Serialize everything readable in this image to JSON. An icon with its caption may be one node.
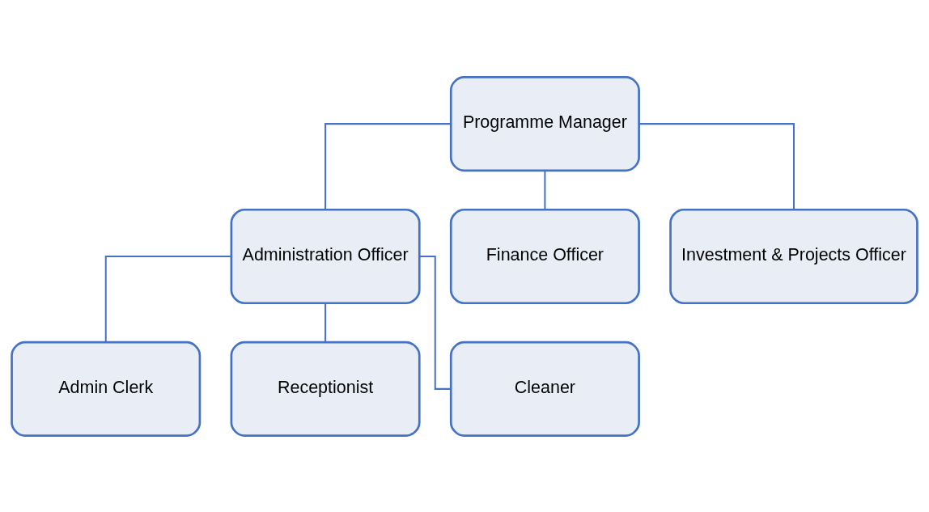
{
  "diagram": {
    "nodes": [
      {
        "text": [
          "Programme Manager"
        ]
      },
      {
        "text": [
          "Administration Officer"
        ]
      },
      {
        "text": [
          "Finance Officer"
        ]
      },
      {
        "text": [
          "Investment & Projects Officer"
        ]
      },
      {
        "text": [
          "Admin Clerk"
        ]
      },
      {
        "text": [
          "Receptionist"
        ]
      },
      {
        "text": [
          "Cleaner"
        ]
      }
    ],
    "edges": [
      {
        "from": 0,
        "to": 1,
        "arrow": "none"
      },
      {
        "from": 0,
        "to": 2,
        "arrow": "none"
      },
      {
        "from": 0,
        "to": 3,
        "arrow": "none"
      },
      {
        "from": 1,
        "to": 4,
        "arrow": "none"
      },
      {
        "from": 1,
        "to": 5,
        "arrow": "none"
      },
      {
        "from": 1,
        "to": 6,
        "arrow": "none"
      }
    ]
  }
}
